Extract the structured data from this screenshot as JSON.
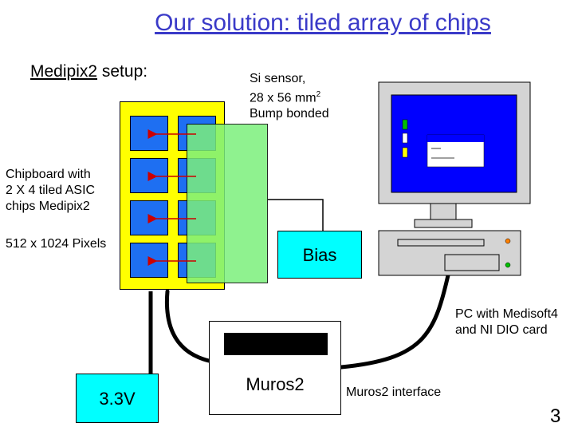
{
  "slide": {
    "title": "Our solution: tiled array of chips",
    "subtitle_underlined": "Medipix2",
    "subtitle_rest": " setup:",
    "page_number": "3"
  },
  "labels": {
    "sensor_line1": "Si sensor,",
    "sensor_line2": "28 x 56 mm",
    "sensor_sup": "2",
    "sensor_line3": "Bump bonded",
    "chipboard_line1": "Chipboard with",
    "chipboard_line2": "2 X 4 tiled ASIC",
    "chipboard_line3": "chips Medipix2",
    "pixels": "512 x 1024 Pixels",
    "pc_line1": "PC with Medisoft4",
    "pc_line2": "and NI DIO card",
    "interface": "Muros2 interface"
  },
  "boxes": {
    "bias": "Bias",
    "supply": "3.3V",
    "muros": "Muros2"
  },
  "colors": {
    "title": "#3a3ac8",
    "chipboard": "#ffff00",
    "chip": "#1e6ff2",
    "sensor": "#7cf07c",
    "cyan": "#00ffff",
    "arrow": "#cc0000",
    "pc_body": "#d4d4d4",
    "screen": "#0000ff"
  }
}
